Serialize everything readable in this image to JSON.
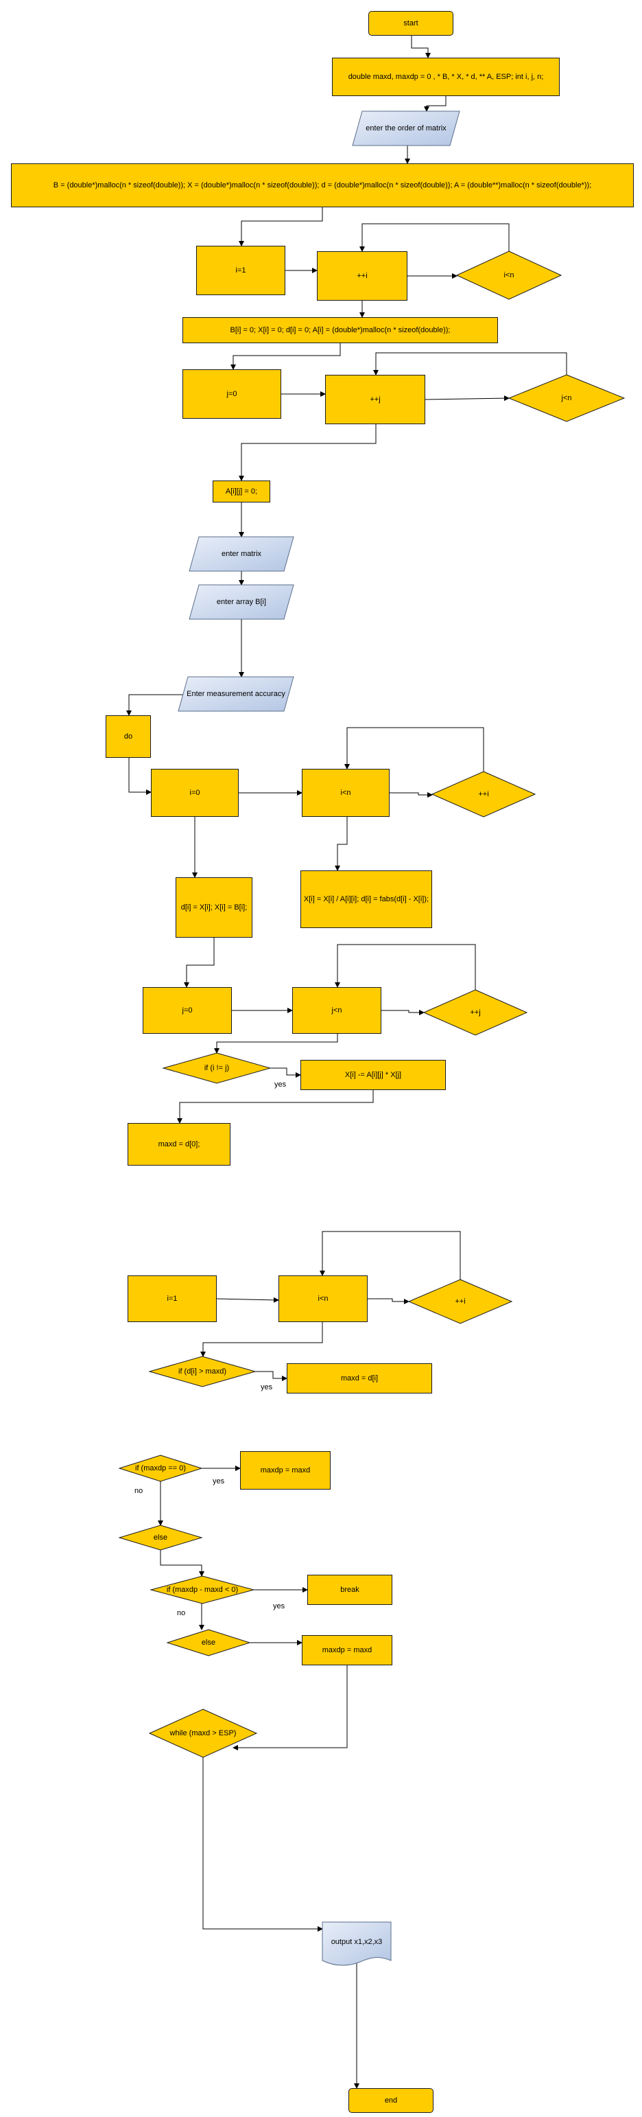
{
  "nodes": {
    "start": "start",
    "declare": "double maxd, maxdp = 0 , * B, * X, * d, ** A, ESP; int i, j, n;",
    "enter_order": "enter the order of matrix",
    "alloc": "B = (double*)malloc(n * sizeof(double)); X = (double*)malloc(n * sizeof(double)); d = (double*)malloc(n * sizeof(double)); A = (double**)malloc(n * sizeof(double*));",
    "i_eq_1": "i=1",
    "inc_i_1": "++i",
    "cond_i_1": "i<n",
    "init_arrays": "B[i] = 0; X[i] = 0; d[i] = 0; A[i] = (double*)malloc(n * sizeof(double));",
    "j_eq_0_a": "j=0",
    "inc_j_a": "++j",
    "cond_j_a": "j<n",
    "aij_zero": "A[i][j] = 0;",
    "enter_matrix": "enter matrix",
    "enter_array": "enter array B[i]",
    "enter_accuracy": "Enter measurement accuracy",
    "do": "do",
    "i_eq_0": "i=0",
    "cond_i_2": "i<n",
    "inc_i_2": "++i",
    "di_assign": "d[i] = X[i]; X[i] = B[i];",
    "xi_assign": "X[i] = X[i] / A[i][i]; d[i] = fabs(d[i] - X[i]);",
    "j_eq_0_b": "j=0",
    "cond_j_b": "j<n",
    "inc_j_b": "++j",
    "if_i_ne_j": "if (i != j)",
    "xi_sub": "X[i] -= A[i][j] * X[j]",
    "maxd_d0": "maxd = d[0];",
    "i_eq_1_b": "i=1",
    "cond_i_3": "i<n",
    "inc_i_3": "++i",
    "if_di_gt": "if (d[i] > maxd)",
    "maxd_di": "maxd = d[i]",
    "if_maxdp_0": "if (maxdp == 0)",
    "maxdp_maxd_1": "maxdp = maxd",
    "else_1": "else",
    "if_diff": "if (maxdp - maxd < 0)",
    "break": "break",
    "else_2": "else",
    "maxdp_maxd_2": "maxdp = maxd",
    "while": "while (maxd > ESP)",
    "output": "output x1,x2,x3",
    "end": "end"
  },
  "edge_labels": {
    "yes_1": "yes",
    "yes_2": "yes",
    "yes_3": "yes",
    "no_1": "no",
    "yes_4": "yes",
    "no_2": "no"
  },
  "colors": {
    "fill": "#ffcc00",
    "stroke": "#1a1a1a",
    "io_fill_top": "#e8eef8",
    "io_fill_bottom": "#b4c6e4",
    "line": "#000000"
  }
}
